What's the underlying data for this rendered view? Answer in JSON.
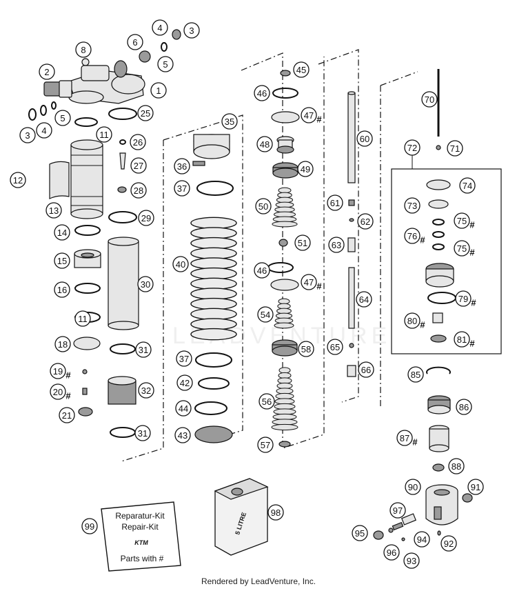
{
  "watermark": "LEADVENTURE",
  "footer": "Rendered by LeadVenture, Inc.",
  "kit_box": {
    "line1": "Reparatur-Kit",
    "line2": "Repair-Kit",
    "logo": "KTM",
    "line3": "Parts with #"
  },
  "canister_label": "5 LITRE",
  "callouts": [
    {
      "id": "1",
      "hash": false
    },
    {
      "id": "2",
      "hash": false
    },
    {
      "id": "3",
      "hash": false
    },
    {
      "id": "3",
      "hash": false
    },
    {
      "id": "4",
      "hash": false
    },
    {
      "id": "4",
      "hash": false
    },
    {
      "id": "5",
      "hash": false
    },
    {
      "id": "5",
      "hash": false
    },
    {
      "id": "6",
      "hash": false
    },
    {
      "id": "8",
      "hash": false
    },
    {
      "id": "11",
      "hash": false
    },
    {
      "id": "11",
      "hash": false
    },
    {
      "id": "12",
      "hash": false
    },
    {
      "id": "13",
      "hash": false
    },
    {
      "id": "14",
      "hash": false
    },
    {
      "id": "15",
      "hash": false
    },
    {
      "id": "16",
      "hash": false
    },
    {
      "id": "18",
      "hash": false
    },
    {
      "id": "19",
      "hash": true
    },
    {
      "id": "20",
      "hash": true
    },
    {
      "id": "21",
      "hash": false
    },
    {
      "id": "25",
      "hash": false
    },
    {
      "id": "26",
      "hash": false
    },
    {
      "id": "27",
      "hash": false
    },
    {
      "id": "28",
      "hash": false
    },
    {
      "id": "29",
      "hash": false
    },
    {
      "id": "30",
      "hash": false
    },
    {
      "id": "31",
      "hash": false
    },
    {
      "id": "31",
      "hash": false
    },
    {
      "id": "32",
      "hash": false
    },
    {
      "id": "35",
      "hash": false
    },
    {
      "id": "36",
      "hash": false
    },
    {
      "id": "37",
      "hash": false
    },
    {
      "id": "37",
      "hash": false
    },
    {
      "id": "40",
      "hash": false
    },
    {
      "id": "42",
      "hash": false
    },
    {
      "id": "43",
      "hash": false
    },
    {
      "id": "44",
      "hash": false
    },
    {
      "id": "45",
      "hash": false
    },
    {
      "id": "46",
      "hash": false
    },
    {
      "id": "46",
      "hash": false
    },
    {
      "id": "47",
      "hash": true
    },
    {
      "id": "47",
      "hash": true
    },
    {
      "id": "48",
      "hash": false
    },
    {
      "id": "49",
      "hash": false
    },
    {
      "id": "50",
      "hash": false
    },
    {
      "id": "51",
      "hash": false
    },
    {
      "id": "54",
      "hash": false
    },
    {
      "id": "56",
      "hash": false
    },
    {
      "id": "57",
      "hash": false
    },
    {
      "id": "58",
      "hash": false
    },
    {
      "id": "60",
      "hash": false
    },
    {
      "id": "61",
      "hash": false
    },
    {
      "id": "62",
      "hash": false
    },
    {
      "id": "63",
      "hash": false
    },
    {
      "id": "64",
      "hash": false
    },
    {
      "id": "65",
      "hash": false
    },
    {
      "id": "66",
      "hash": false
    },
    {
      "id": "70",
      "hash": false
    },
    {
      "id": "71",
      "hash": false
    },
    {
      "id": "72",
      "hash": false
    },
    {
      "id": "73",
      "hash": false
    },
    {
      "id": "74",
      "hash": false
    },
    {
      "id": "75",
      "hash": true
    },
    {
      "id": "75",
      "hash": true
    },
    {
      "id": "76",
      "hash": true
    },
    {
      "id": "79",
      "hash": true
    },
    {
      "id": "80",
      "hash": true
    },
    {
      "id": "81",
      "hash": true
    },
    {
      "id": "85",
      "hash": false
    },
    {
      "id": "86",
      "hash": false
    },
    {
      "id": "87",
      "hash": true
    },
    {
      "id": "88",
      "hash": false
    },
    {
      "id": "90",
      "hash": false
    },
    {
      "id": "91",
      "hash": false
    },
    {
      "id": "92",
      "hash": false
    },
    {
      "id": "93",
      "hash": false
    },
    {
      "id": "94",
      "hash": false
    },
    {
      "id": "95",
      "hash": false
    },
    {
      "id": "96",
      "hash": false
    },
    {
      "id": "97",
      "hash": false
    },
    {
      "id": "98",
      "hash": false
    },
    {
      "id": "99",
      "hash": false
    }
  ]
}
